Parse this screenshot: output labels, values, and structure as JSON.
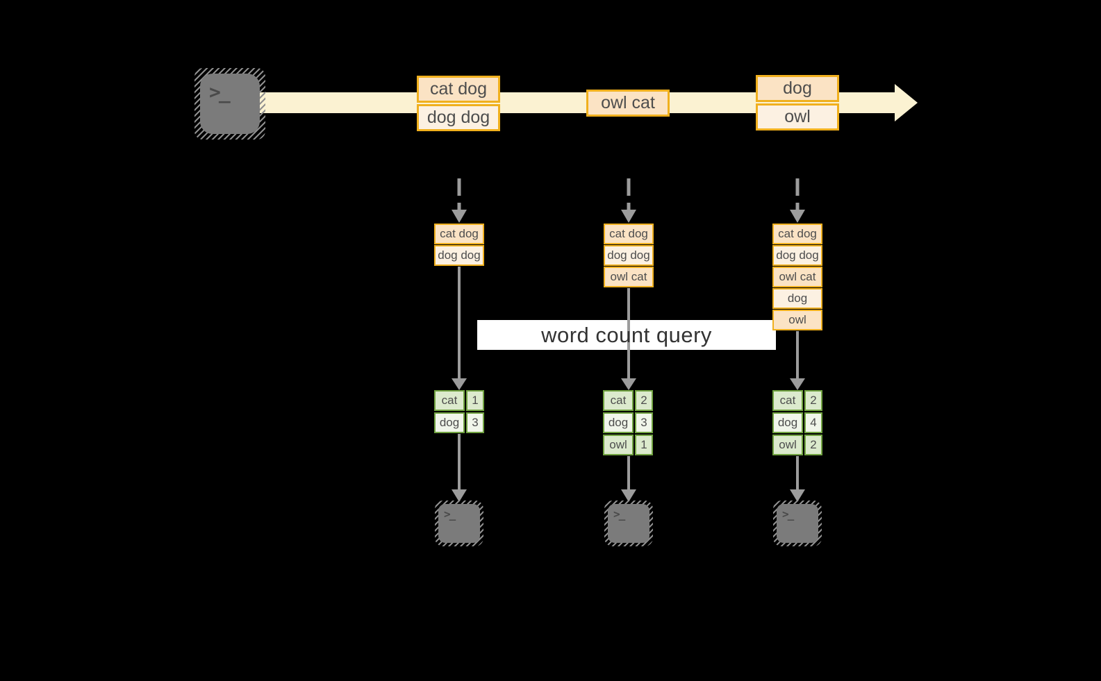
{
  "query_label": "word count query",
  "terminal_glyph": ">_",
  "stream": {
    "events": [
      {
        "cells": [
          "cat dog",
          "dog dog"
        ]
      },
      {
        "cells": [
          "owl cat"
        ]
      },
      {
        "cells": [
          "dog",
          "owl"
        ]
      }
    ]
  },
  "columns": [
    {
      "batch_cells": [
        "cat dog",
        "dog dog"
      ],
      "count_rows": [
        {
          "word": "cat",
          "count": "1"
        },
        {
          "word": "dog",
          "count": "3"
        }
      ]
    },
    {
      "batch_cells": [
        "cat dog",
        "dog dog",
        "owl cat"
      ],
      "count_rows": [
        {
          "word": "cat",
          "count": "2"
        },
        {
          "word": "dog",
          "count": "3"
        },
        {
          "word": "owl",
          "count": "1"
        }
      ]
    },
    {
      "batch_cells": [
        "cat dog",
        "dog dog",
        "owl cat",
        "dog",
        "owl"
      ],
      "count_rows": [
        {
          "word": "cat",
          "count": "2"
        },
        {
          "word": "dog",
          "count": "4"
        },
        {
          "word": "owl",
          "count": "2"
        }
      ]
    }
  ],
  "colors": {
    "background": "#000000",
    "stream_band": "#FBF2D2",
    "event_box_border": "#F0B01E",
    "event_fill_dark": "#FBE3C4",
    "event_fill_light": "#FCF1E2",
    "count_table_border": "#71A341",
    "count_fill_dark": "#DCEACD",
    "count_fill_light": "#F1F6EB",
    "arrow_gray": "#9C9C9C",
    "terminal_gray": "#7B7B7B",
    "query_label_bg": "#FFFFFF"
  }
}
